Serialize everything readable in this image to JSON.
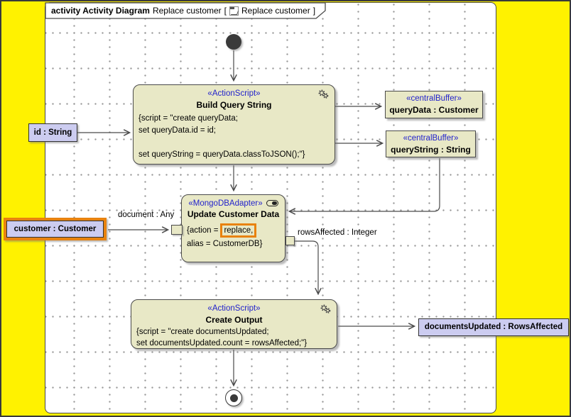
{
  "header": {
    "keyword": "activity Activity Diagram",
    "title": "Replace customer",
    "bracket_open": "[",
    "diagram_ref": "Replace customer",
    "bracket_close": "]"
  },
  "nodes": {
    "build_query": {
      "stereotype": "«ActionScript»",
      "name": "Build Query String",
      "lines": [
        "{script = \"create queryData;",
        "set queryData.id = id;",
        "",
        "set queryString = queryData.classToJSON();\"}"
      ]
    },
    "query_data_buffer": {
      "stereotype": "«centralBuffer»",
      "name": "queryData : Customer"
    },
    "query_string_buffer": {
      "stereotype": "«centralBuffer»",
      "name": "queryString : String"
    },
    "update_customer": {
      "stereotype": "«MongoDBAdapter»",
      "name": "Update Customer Data",
      "action_prefix": "{action =",
      "action_highlight": "replace,",
      "alias_line": "alias = CustomerDB}"
    },
    "create_output": {
      "stereotype": "«ActionScript»",
      "name": "Create Output",
      "lines": [
        "{script = \"create documentsUpdated;",
        "set documentsUpdated.count = rowsAffected;\"}"
      ]
    },
    "param_id": {
      "label": "id : String"
    },
    "param_customer": {
      "label": "customer : Customer"
    },
    "param_documents": {
      "label": "documentsUpdated : RowsAffected"
    }
  },
  "edge_labels": {
    "document": "document : Any",
    "rows_affected": "rowsAffected : Integer"
  },
  "colors": {
    "background": "#FFF200",
    "action_fill": "#E8E8C6",
    "object_fill": "#CCCCF0",
    "stereotype_text": "#2222CC",
    "highlight": "#E8820F"
  }
}
